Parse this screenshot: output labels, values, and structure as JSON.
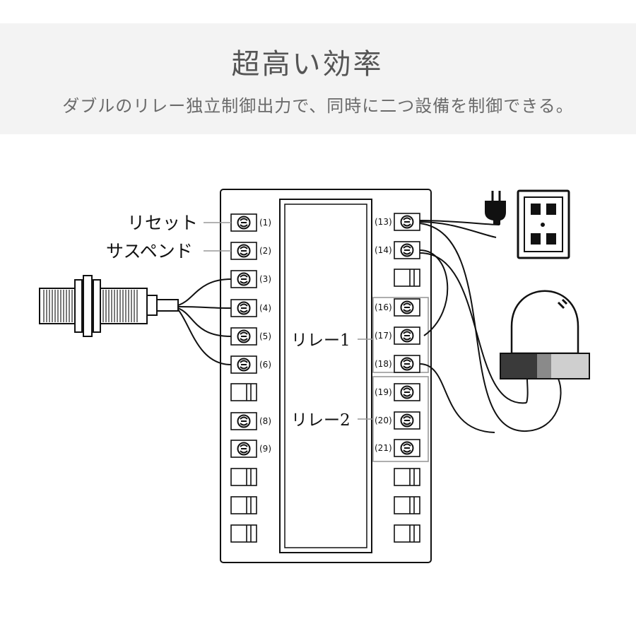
{
  "header": {
    "title": "超高い効率",
    "subtitle": "ダブルのリレー独立制御出力で、同時に二つ設備を制御できる。"
  },
  "diagram": {
    "labels": {
      "reset": "リセット",
      "suspend": "サスペンド",
      "relay1": "リレー1",
      "relay2": "リレー2"
    },
    "left_terminals": [
      {
        "id": "t1",
        "label": "(1)"
      },
      {
        "id": "t2",
        "label": "(2)"
      },
      {
        "id": "t3",
        "label": "(3)"
      },
      {
        "id": "t4",
        "label": "(4)"
      },
      {
        "id": "t5",
        "label": "(5)"
      },
      {
        "id": "t6",
        "label": "(6)"
      },
      {
        "id": "t8",
        "label": "(8)"
      },
      {
        "id": "t9",
        "label": "(9)"
      }
    ],
    "right_terminals": [
      {
        "id": "t13",
        "label": "(13)"
      },
      {
        "id": "t14",
        "label": "(14)"
      },
      {
        "id": "t16",
        "label": "(16)"
      },
      {
        "id": "t17",
        "label": "(17)"
      },
      {
        "id": "t18",
        "label": "(18)"
      },
      {
        "id": "t19",
        "label": "(19)"
      },
      {
        "id": "t20",
        "label": "(20)"
      },
      {
        "id": "t21",
        "label": "(21)"
      }
    ]
  },
  "colors": {
    "banner_bg": "#f3f3f3",
    "line": "#111111",
    "lamp_band": "#3a3a3a"
  }
}
